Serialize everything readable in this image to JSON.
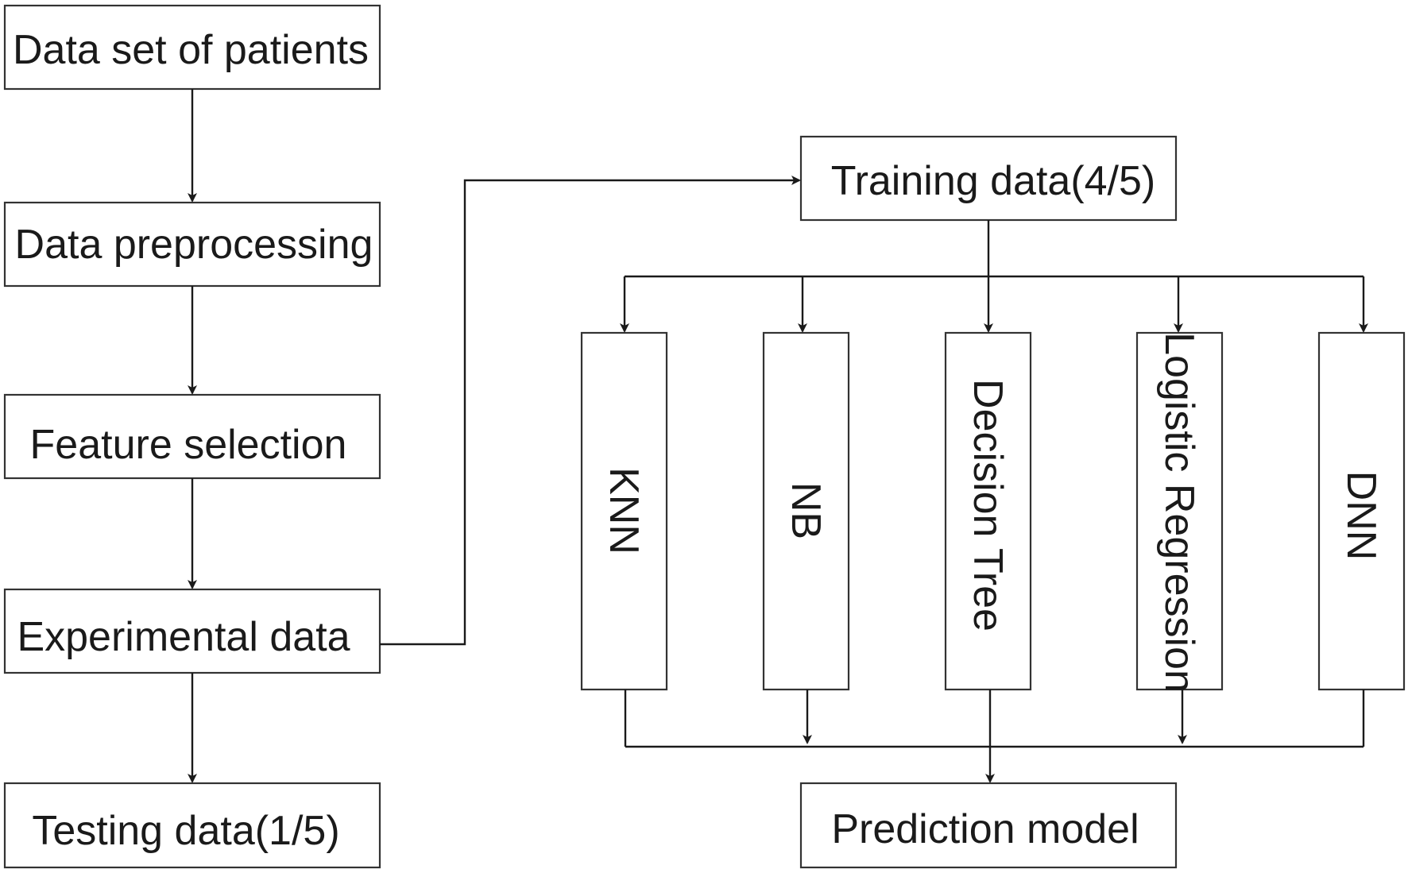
{
  "diagram": {
    "nodes": {
      "dataset": "Data set of patients",
      "preprocessing": "Data preprocessing",
      "feature_selection": "Feature selection",
      "experimental": "Experimental data",
      "testing": "Testing data(1/5)",
      "training": "Training data(4/5)",
      "prediction": "Prediction model"
    },
    "models": [
      "KNN",
      "NB",
      "Decision Tree",
      "Logistic Regression",
      "DNN"
    ],
    "colors": {
      "stroke": "#1a1a1a",
      "box_border": "#333333",
      "background": "#ffffff"
    }
  }
}
